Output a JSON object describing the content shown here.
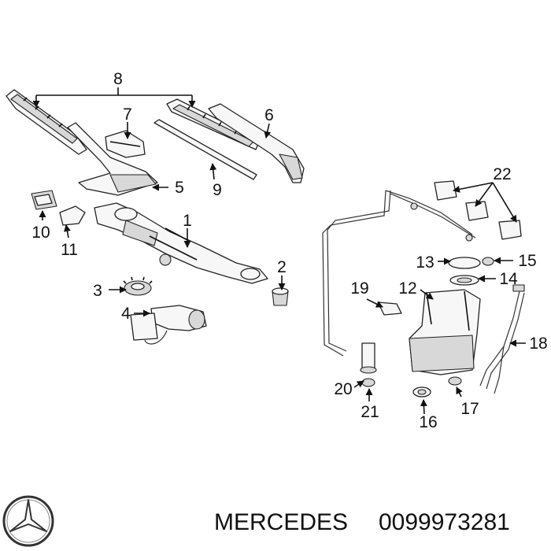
{
  "labels": {
    "p1": "1",
    "p2": "2",
    "p3": "3",
    "p4": "4",
    "p5": "5",
    "p6": "6",
    "p7": "7",
    "p8": "8",
    "p9": "9",
    "p10": "10",
    "p11": "11",
    "p12": "12",
    "p13": "13",
    "p14": "14",
    "p15": "15",
    "p16": "16",
    "p17": "17",
    "p18": "18",
    "p19": "19",
    "p20": "20",
    "p21": "21",
    "p22": "22"
  },
  "footer": {
    "brand": "MERCEDES",
    "part_number": "0099973281"
  },
  "logo": {
    "name": "mercedes-star"
  }
}
